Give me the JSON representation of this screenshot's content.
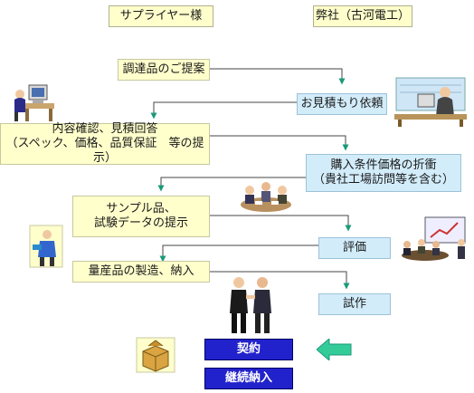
{
  "headers": {
    "supplier": "サプライヤー様",
    "company": "弊社（古河電工）"
  },
  "steps": {
    "proposal": "調達品のご提案",
    "quote_request": "お見積もり依頼",
    "confirm_line1": "内容確認、見積回答",
    "confirm_line2": "（スペック、価格、品質保証　等の提示）",
    "negotiate_line1": "購入条件価格の折衝",
    "negotiate_line2": "（貴社工場訪問等を含む）",
    "sample_line1": "サンプル品、",
    "sample_line2": "試験データの提示",
    "evaluation": "評価",
    "manufacture": "量産品の製造、納入",
    "trial": "試作",
    "contract": "契約",
    "continuous": "継続納入"
  },
  "colors": {
    "yellow_box": "#ffffcc",
    "blue_box": "#d2ecfa",
    "navy_box": "#2222cc",
    "arrow_green": "#1a9a7a",
    "arrow_fill": "#33cc99"
  },
  "icons": [
    "computer-user-icon",
    "office-worker-icon",
    "meeting-icon",
    "inspector-icon",
    "presentation-icon",
    "handshake-icon",
    "package-box-icon",
    "green-arrow-icon"
  ]
}
